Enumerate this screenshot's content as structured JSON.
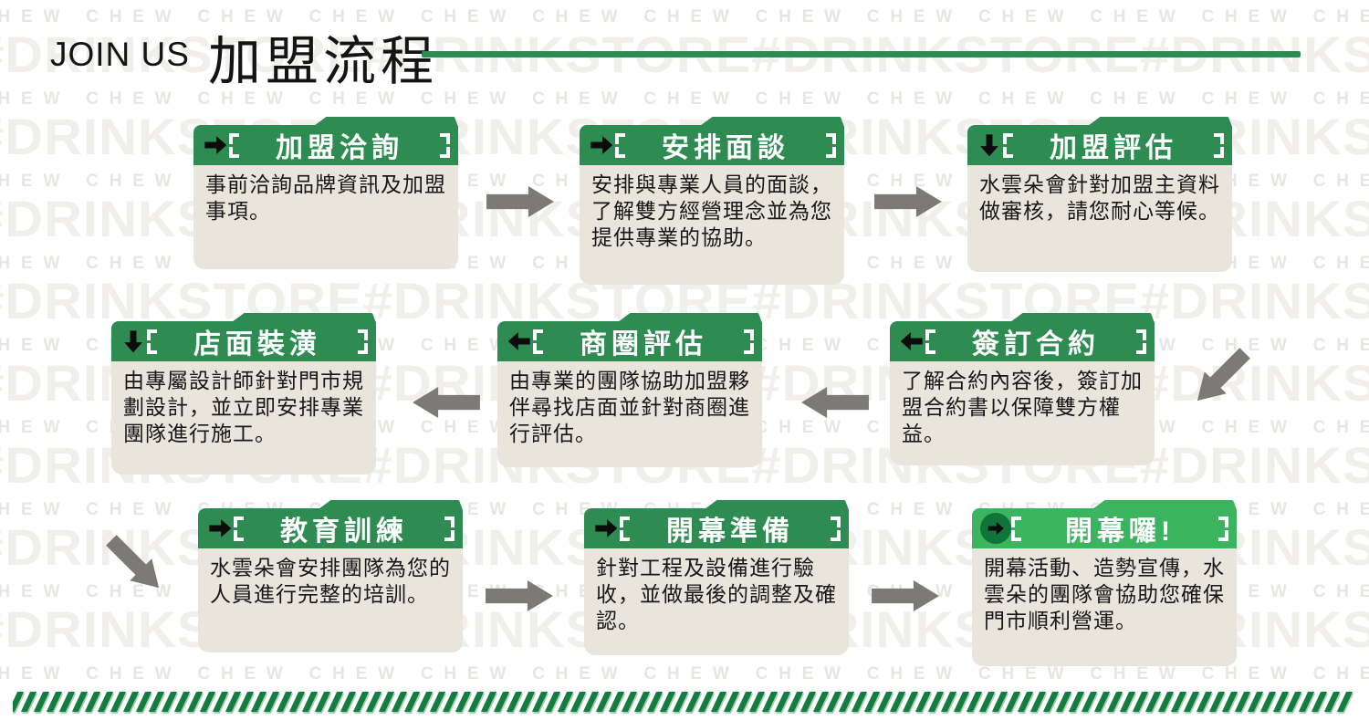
{
  "header": {
    "eyebrow": "JOIN US",
    "title": "加盟流程"
  },
  "watermark": {
    "chew_row": "CHEW CHEW CHEW CHEW CHEW CHEW CHEW CHEW CHEW CHEW CHEW CHEW CHEW CHEW",
    "store_row": "#DRINKSTORE#DRINKSTORE#DRINKSTORE#DRINKSTORE"
  },
  "colors": {
    "brand_green": "#2e8b51",
    "final_step_green": "#3cb35f",
    "final_step_circle": "#0e7438",
    "card_body_bg": "#e9e4dc",
    "connector_gray": "#7b7a76",
    "stripe_green": "#157c40",
    "stripe_highlight": "#a5d2b5"
  },
  "steps": [
    {
      "title": "加盟洽詢",
      "arrow": "right",
      "description": "事前洽詢品牌資訊及加盟事項。"
    },
    {
      "title": "安排面談",
      "arrow": "right",
      "description": "安排與專業人員的面談，了解雙方經營理念並為您提供專業的協助。"
    },
    {
      "title": "加盟評估",
      "arrow": "down",
      "description": "水雲朵會針對加盟主資料做審核，請您耐心等候。"
    },
    {
      "title": "簽訂合約",
      "arrow": "left",
      "description": "了解合約內容後，簽訂加盟合約書以保障雙方權益。"
    },
    {
      "title": "商圈評估",
      "arrow": "left",
      "description": "由專業的團隊協助加盟夥伴尋找店面並針對商圈進行評估。"
    },
    {
      "title": "店面裝潢",
      "arrow": "down",
      "description": "由專屬設計師針對門市規劃設計，並立即安排專業團隊進行施工。"
    },
    {
      "title": "教育訓練",
      "arrow": "right",
      "description": "水雲朵會安排團隊為您的人員進行完整的培訓。"
    },
    {
      "title": "開幕準備",
      "arrow": "right",
      "description": "針對工程及設備進行驗收，並做最後的調整及確認。"
    },
    {
      "title": "開幕囉!",
      "arrow": "right-circle",
      "description": "開幕活動、造勢宣傳，水雲朵的團隊會協助您確保門市順利營運。"
    }
  ]
}
